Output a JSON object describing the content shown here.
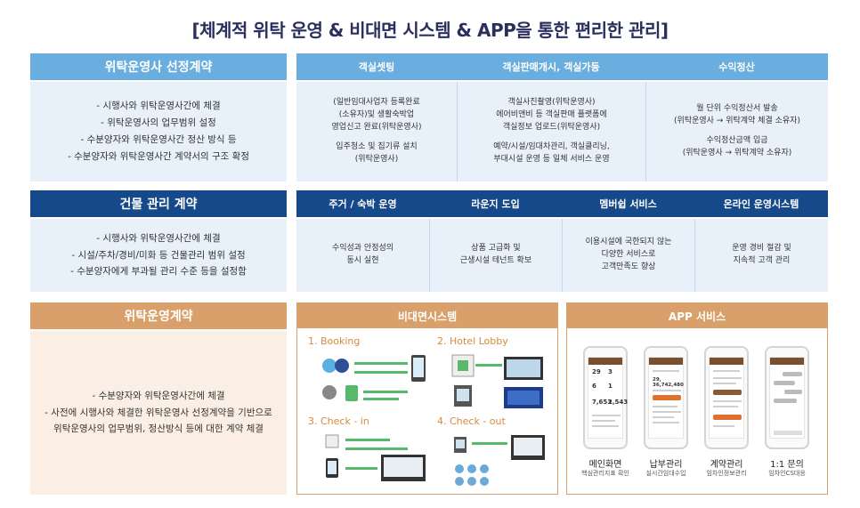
{
  "title": "[체계적 위탁 운영 &  비대면 시스템 & APP을 통한 편리한 관리]",
  "contract1": {
    "header": "위탁운영사 선정계약",
    "lines": [
      "- 시행사와 위탁운영사간에 체결",
      "- 위탁운영사의 업무범위 설정",
      "- 수분양자와 위탁운영사간 정산 방식 등",
      "- 수분양자와 위탁운영사간 계약서의 구조 확정"
    ]
  },
  "row1": {
    "headers": [
      "객실셋팅",
      "객실판매개시, 객실가동",
      "수익정산"
    ],
    "col1": [
      "(일반임대사업자 등록완료",
      "(소유자)및 생활숙박업",
      "영업신고 완료(위탁운영사)",
      "입주청소 및 집기류 설치",
      "(위탁운영사)"
    ],
    "col2": [
      "객실사진촬영(위탁운영사)",
      "에어비앤비 등 객실판매 플랫폼에",
      "객실정보 업로드(위탁운영사)",
      "예약/시설/임대차관리, 객실클리닝,",
      "부대시설 운영 등 일체 서비스 운영"
    ],
    "col3": [
      "월 단위 수익정산서 발송",
      "(위탁운영사 → 위탁계약 체결 소유자)",
      "수익정산금액 입금",
      "(위탁운영사 → 위탁계약 소유자)"
    ]
  },
  "contract2": {
    "header": "건물 관리 계약",
    "lines": [
      "- 시행사와 위탁운영사간에 체결",
      "- 시설/주차/경비/미화 등 건물관리 범위 설정",
      "- 수분양자에게 부과될 관리 수준 등을 설정함"
    ]
  },
  "row2": {
    "headers": [
      "주거 / 숙박 운영",
      "라운지 도입",
      "멤버쉽 서비스",
      "온라인 운영시스템"
    ],
    "cells": [
      [
        "수익성과 안정성의",
        "동시 실현"
      ],
      [
        "상품 고급화 및",
        "근생시설 테넌트 확보"
      ],
      [
        "이용시설에 국한되지 않는",
        "다양한 서비스로",
        "고객만족도 향상"
      ],
      [
        "운영 경비 절감 및",
        "지속적 고객 관리"
      ]
    ]
  },
  "contract3": {
    "header": "위탁운영계약",
    "lines": [
      "- 수분양자와 위탁운영사간에 체결",
      "- 사전에 시행사와 체결한 위탁운영사 선정계약을 기반으로",
      "위탁운영사의 업무범위, 정산방식 등에 대한 계약 체결"
    ]
  },
  "contactless": {
    "header": "비대면시스템",
    "steps": [
      "1. Booking",
      "2. Hotel Lobby",
      "3. Check - in",
      "4. Check - out"
    ]
  },
  "app": {
    "header": "APP 서비스",
    "phones": [
      {
        "nums": [
          "29",
          "3",
          "6",
          "1",
          "7,653",
          "2,543"
        ],
        "title": "메인화면",
        "sub": "핵심관리지표 확인"
      },
      {
        "nums": [
          "29, 36,742,480"
        ],
        "title": "납부관리",
        "sub": "실시간임대수입"
      },
      {
        "nums": [],
        "title": "계약관리",
        "sub": "임차인정보관리"
      },
      {
        "nums": [],
        "title": "1:1 문의",
        "sub": "임차인CS대응"
      }
    ]
  },
  "colors": {
    "light_blue": "#6aaee0",
    "dark_blue": "#16498a",
    "orange": "#d9a06b",
    "panel_blue": "#e8f0fa",
    "panel_orange": "#fbefe5",
    "title": "#2a2f5e"
  }
}
